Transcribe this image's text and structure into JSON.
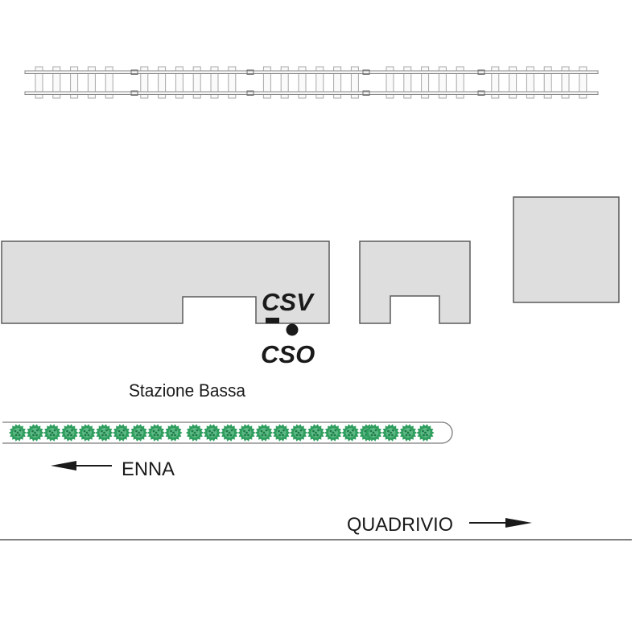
{
  "title": "Stazione Bassa site map",
  "labels": {
    "station": "Stazione Bassa",
    "csv": "CSV",
    "cso": "CSO",
    "west_destination": "ENNA",
    "east_destination": "QUADRIVIO"
  },
  "legend_semantics": {
    "railway": "railway-track",
    "buildings": "station-buildings",
    "hedge": "tree-row",
    "road": "road"
  },
  "colors": {
    "building_fill": "#dedede",
    "building_stroke": "#5a5a5a",
    "rail": "#8a8a8a",
    "tree": "#2f9d5e",
    "tree_dark": "#1e7a45",
    "text": "#1a1a1a",
    "marker": "#1a1a1a",
    "road": "#555555"
  },
  "tree_groups": [
    10,
    11,
    4
  ]
}
